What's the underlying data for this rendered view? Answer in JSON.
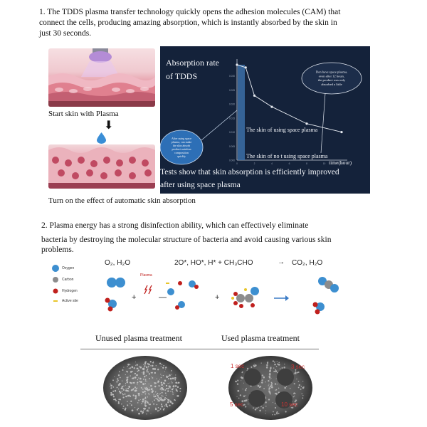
{
  "section1": {
    "text": "1. The TDDS plasma transfer technology quickly opens the adhesion molecules (CAM) that connect the cells, producing amazing absorption, which is instantly absorbed by the skin in just 30 seconds.",
    "caption_start": "Start skin with Plasma",
    "caption_end": "Turn on the effect of automatic skin absorption"
  },
  "absorption_chart": {
    "title_line1": "Absorption rate",
    "title_line2": "of TDDS",
    "footer_line1": "Tests show that skin absorption is efficiently improved",
    "footer_line2": "after using space plasma"
  },
  "chart_data": {
    "type": "line",
    "x": [
      0,
      1,
      2,
      4,
      8,
      12
    ],
    "series": [
      {
        "name": "The skin of using space plasma",
        "values": [
          0.034,
          0.033,
          0.023,
          0.019,
          0.013,
          0.01
        ]
      }
    ],
    "series_unused": {
      "name": "The skin of no t using space plasma",
      "values": [
        0.0,
        0.0,
        0.0,
        0.0,
        0.0,
        0.0
      ]
    },
    "xlabel": "time(hour)",
    "xticks": [
      "0",
      "2",
      "4",
      "6",
      "8",
      "10",
      "12"
    ],
    "yticks": [
      "0.000",
      "0.005",
      "0.010",
      "0.015",
      "0.020",
      "0.025",
      "0.030"
    ],
    "ylim": [
      0,
      0.035
    ],
    "annotations": {
      "top_right": "Don have space plasma, even after 12 hours, the product was only absorbed a little",
      "bottom_left": "After using space plasma, can make the skin absorb product nutrition composition quickly"
    },
    "colors": {
      "line": "#e8ecf2",
      "bar": "#3b6ea8",
      "background": "#14223a"
    }
  },
  "section2": {
    "line1": "2.  Plasma energy has a strong disinfection ability, which can effectively eliminate",
    "line2": "bacteria by destroying the molecular structure of bacteria and avoid causing various skin problems."
  },
  "molecule": {
    "legend": [
      {
        "label": "Oxygen",
        "color": "#3d8fd0"
      },
      {
        "label": "Carbon",
        "color": "#8c8c8c"
      },
      {
        "label": "Hydrogen",
        "color": "#c0201d"
      },
      {
        "label": "Active site",
        "color": "#e8c52a"
      }
    ],
    "head_left": "O₂, H₂O",
    "head_mid": "2O*, HO*, H* + CH₃CHO",
    "head_arrow": "→",
    "head_right": "CO₂, H₂O",
    "plasma_label": "Plasma",
    "plus": "+",
    "equals_arrow": "→"
  },
  "petri": {
    "unused_label": "Unused plasma treatment",
    "used_label": "Used plasma treatment",
    "time_labels": [
      "1 sec",
      "3 sec",
      "5 sec",
      "10 sec"
    ]
  }
}
